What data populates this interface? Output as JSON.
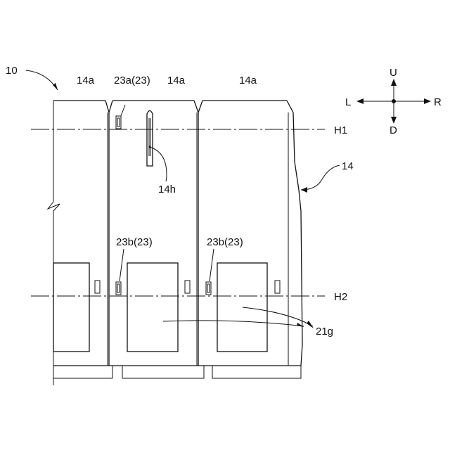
{
  "labels": {
    "assembly": "10",
    "housing": "14",
    "panel_left": "14a",
    "panel_mid": "14a",
    "panel_right": "14a",
    "slot_upper": "23a(23)",
    "slot_lower_1": "23b(23)",
    "slot_lower_2": "23b(23)",
    "hole": "14h",
    "windows": "21g",
    "line_h1": "H1",
    "line_h2": "H2"
  },
  "directions": {
    "up": "U",
    "down": "D",
    "left": "L",
    "right": "R"
  }
}
